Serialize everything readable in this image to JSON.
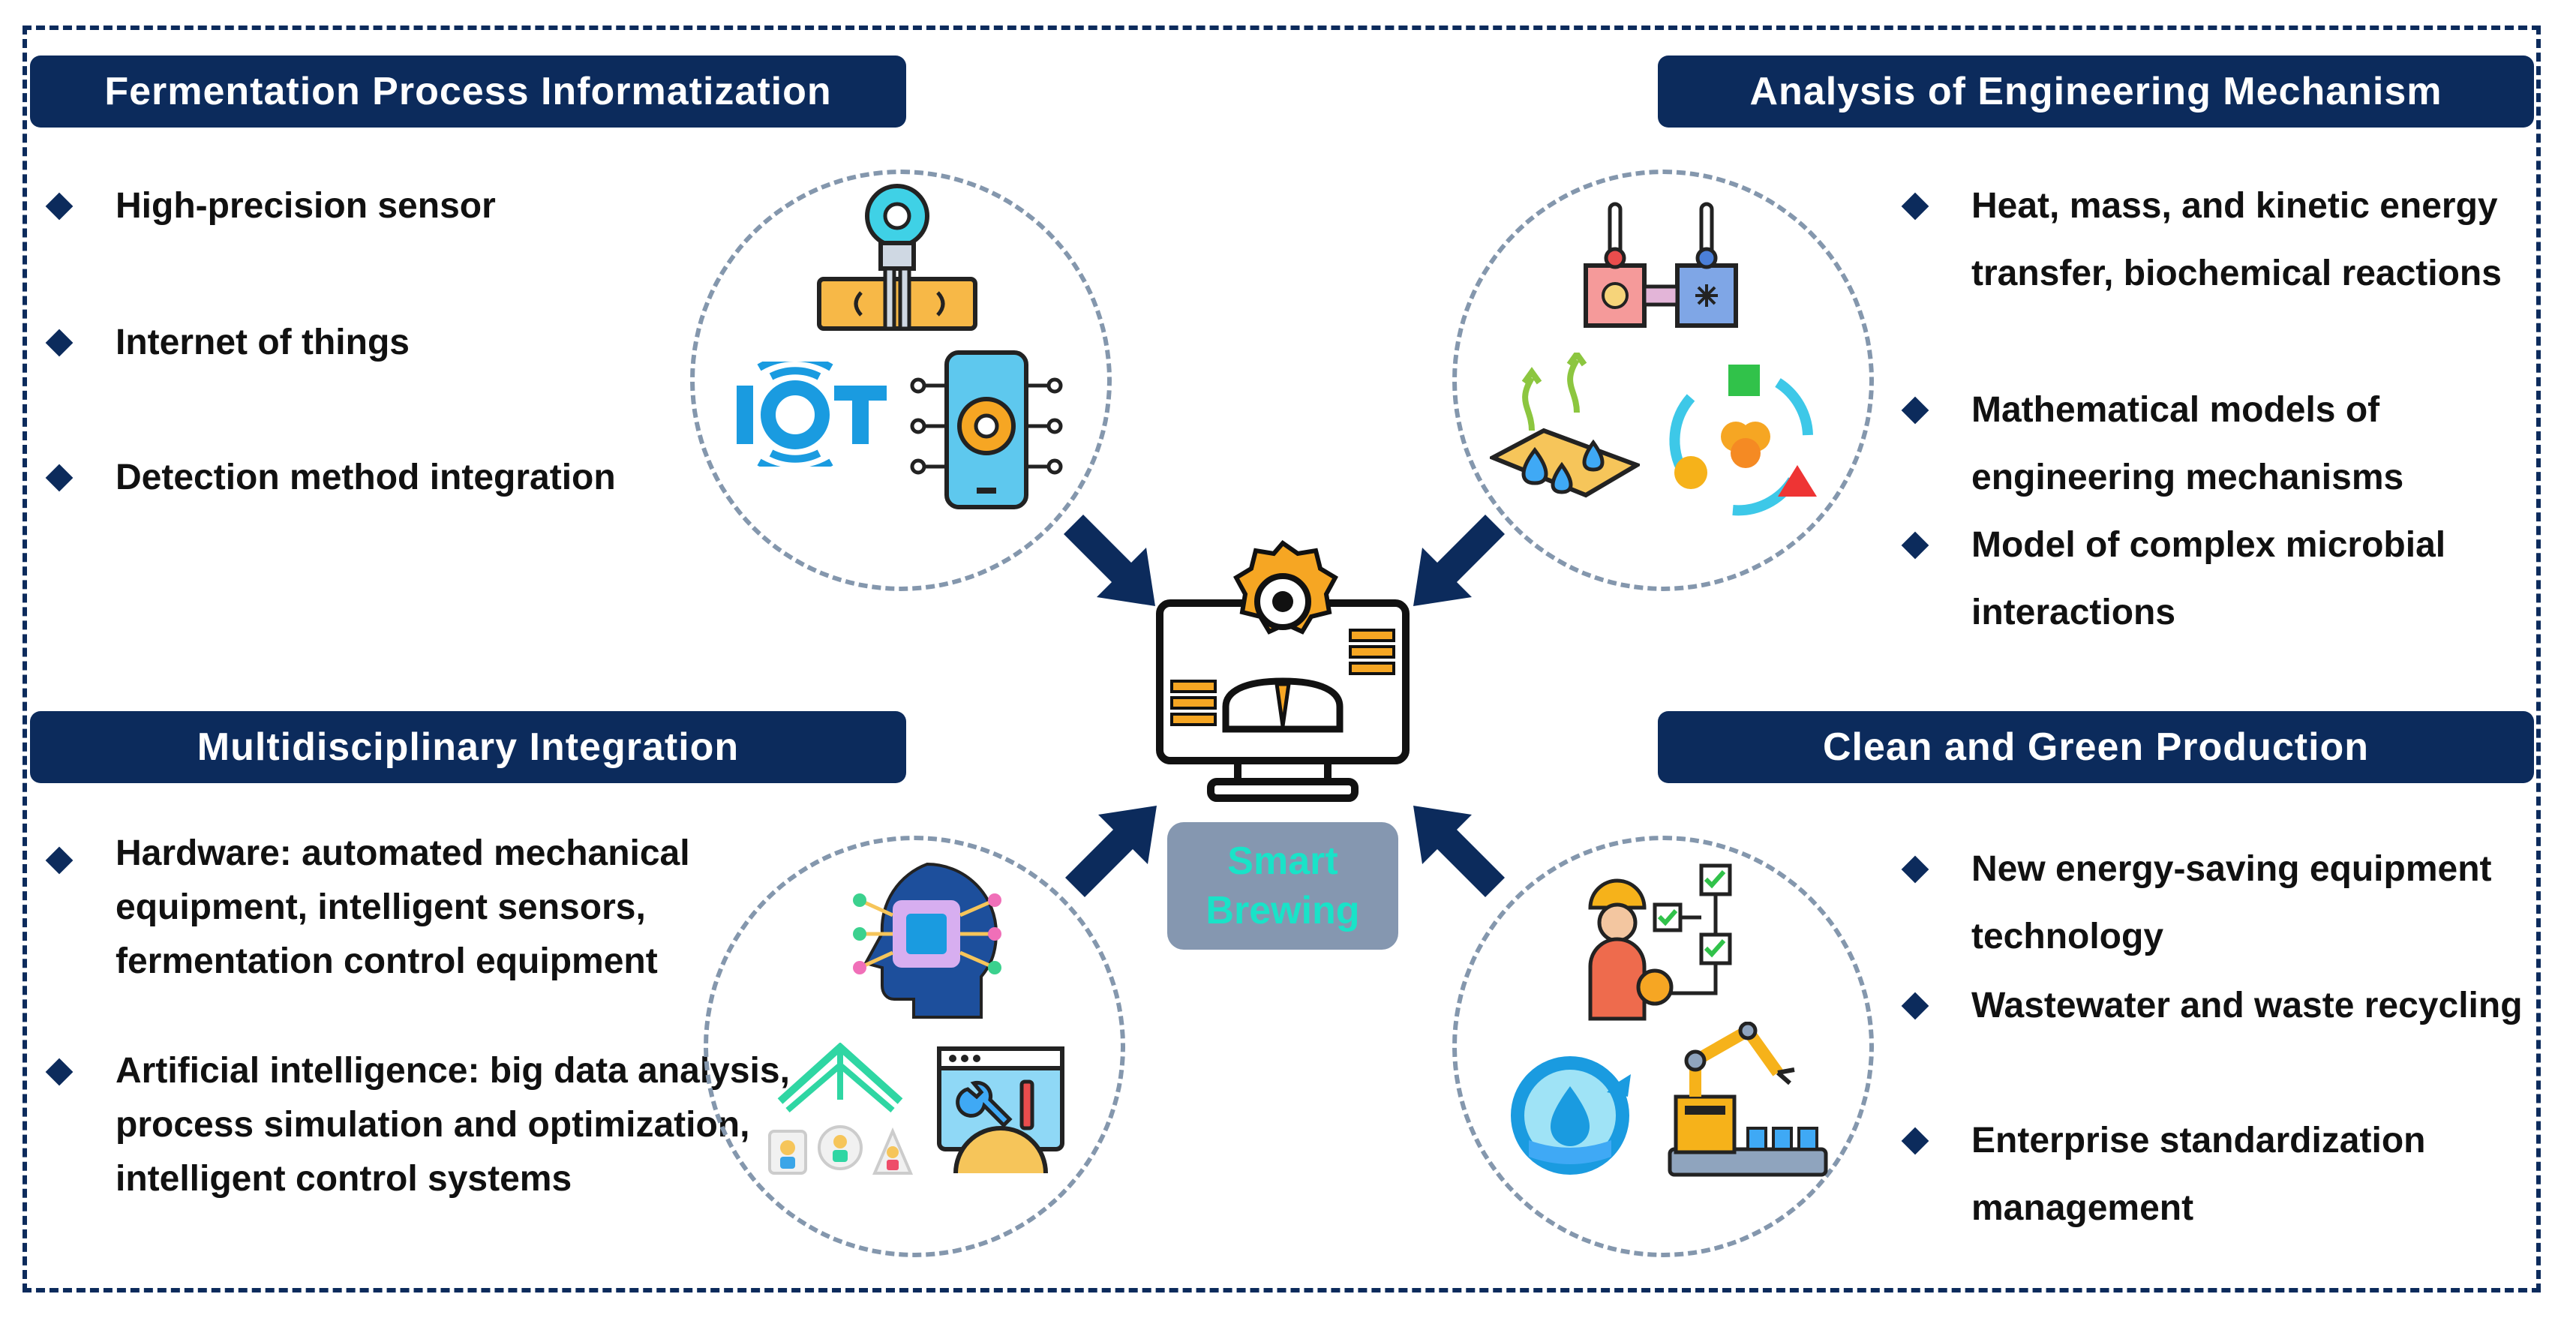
{
  "quadrants": {
    "top_left": {
      "title": "Fermentation Process Informatization",
      "items": [
        "High-precision sensor",
        "Internet of things",
        "Detection method integration"
      ]
    },
    "top_right": {
      "title": "Analysis of Engineering Mechanism",
      "items": [
        "Heat, mass, and kinetic energy  transfer, biochemical reactions",
        "Mathematical models of engineering mechanisms",
        "Model of complex microbial interactions"
      ]
    },
    "bottom_left": {
      "title": "Multidisciplinary Integration",
      "items": [
        "Hardware: automated mechanical equipment, intelligent sensors, fermentation control equipment",
        "Artificial intelligence: big data analysis, process simulation and optimization, intelligent control systems"
      ]
    },
    "bottom_right": {
      "title": "Clean and Green Production",
      "items": [
        "New energy-saving equipment technology",
        "Wastewater and waste recycling",
        "Enterprise standardization management"
      ]
    }
  },
  "center": {
    "line1": "Smart",
    "line2": "Brewing"
  },
  "icons": {
    "top_left": [
      "soil-sensor-icon",
      "iot-icon",
      "smartphone-gear-icon"
    ],
    "top_right": [
      "heat-exchange-icon",
      "evaporation-icon",
      "cycle-shapes-icon"
    ],
    "bottom_left": [
      "ai-head-icon",
      "network-hierarchy-icon",
      "settings-window-icon"
    ],
    "bottom_right": [
      "engineer-flowchart-icon",
      "water-recycle-icon",
      "robot-arm-icon"
    ],
    "center": "monitor-gear-person-icon"
  },
  "colors": {
    "navy": "#0c2b5c",
    "circle_dash": "#8497ad",
    "label_bg": "#8597b0",
    "label_text": "#19e3c8",
    "accent_orange": "#f6a623",
    "accent_cyan": "#1aa3e0"
  }
}
